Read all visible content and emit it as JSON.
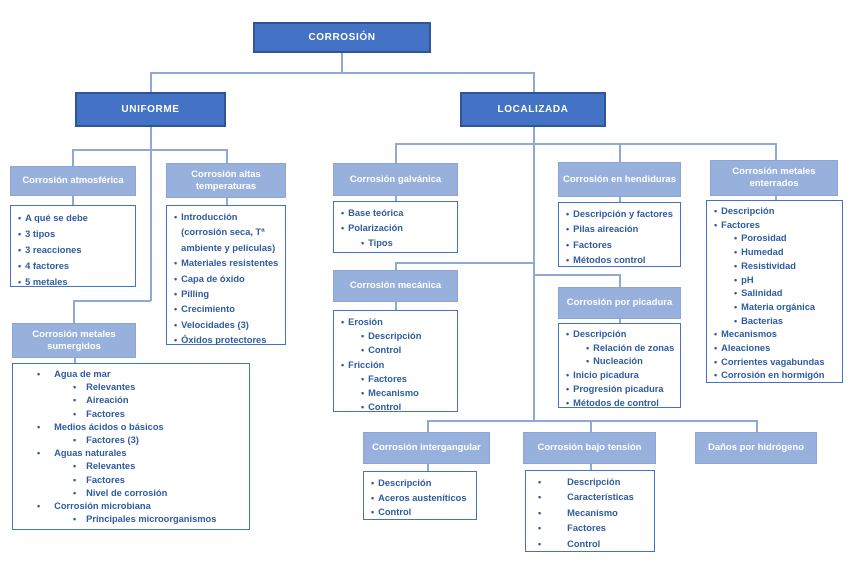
{
  "colors": {
    "root_fill": "#4472C4",
    "root_border": "#2F5597",
    "header_fill": "#97B1DC",
    "header_text": "#FFFFFF",
    "list_border": "#4472C4",
    "list_text": "#2E5B9F",
    "connector_line": "#8EA9D8"
  },
  "root": {
    "label": "CORROSIÓN"
  },
  "branches": {
    "uniforme": {
      "label": "UNIFORME"
    },
    "localizada": {
      "label": "LOCALIZADA"
    }
  },
  "nodes": {
    "atmosferica": {
      "title": "Corrosión atmosférica",
      "items": [
        {
          "text": "A qué se debe",
          "level": 1
        },
        {
          "text": "3 tipos",
          "level": 1
        },
        {
          "text": "3 reacciones",
          "level": 1
        },
        {
          "text": "4 factores",
          "level": 1
        },
        {
          "text": "5 metales",
          "level": 1
        }
      ]
    },
    "altastemp": {
      "title": "Corrosión altas temperaturas",
      "items": [
        {
          "text": "Introducción (corrosión seca, Tª ambiente y películas)",
          "level": 1
        },
        {
          "text": "Materiales resistentes",
          "level": 1
        },
        {
          "text": "Capa de óxido",
          "level": 1
        },
        {
          "text": "Pilling",
          "level": 1
        },
        {
          "text": "Crecimiento",
          "level": 1
        },
        {
          "text": "Velocidades (3)",
          "level": 1
        },
        {
          "text": "Óxidos protectores",
          "level": 1
        }
      ]
    },
    "sumergidos": {
      "title": "Corrosión metales sumergidos",
      "items": [
        {
          "text": "Agua de mar",
          "level": 1
        },
        {
          "text": "Relevantes",
          "level": 2
        },
        {
          "text": "Aireación",
          "level": 2
        },
        {
          "text": "Factores",
          "level": 2
        },
        {
          "text": "Medios ácidos o básicos",
          "level": 1
        },
        {
          "text": "Factores (3)",
          "level": 2
        },
        {
          "text": "Aguas naturales",
          "level": 1
        },
        {
          "text": "Relevantes",
          "level": 2
        },
        {
          "text": "Factores",
          "level": 2
        },
        {
          "text": "Nivel de corrosión",
          "level": 2
        },
        {
          "text": "Corrosión microbiana",
          "level": 1
        },
        {
          "text": "Principales microorganismos",
          "level": 2
        }
      ]
    },
    "galvanica": {
      "title": "Corrosión galvánica",
      "items": [
        {
          "text": "Base teórica",
          "level": 1
        },
        {
          "text": "Polarización",
          "level": 1
        },
        {
          "text": "Tipos",
          "level": 2
        }
      ]
    },
    "mecanica": {
      "title": "Corrosión mecánica",
      "items": [
        {
          "text": "Erosión",
          "level": 1
        },
        {
          "text": "Descripción",
          "level": 2
        },
        {
          "text": "Control",
          "level": 2
        },
        {
          "text": "Fricción",
          "level": 1
        },
        {
          "text": "Factores",
          "level": 2
        },
        {
          "text": "Mecanismo",
          "level": 2
        },
        {
          "text": "Control",
          "level": 2
        }
      ]
    },
    "hendiduras": {
      "title": "Corrosión en hendiduras",
      "items": [
        {
          "text": "Descripción y factores",
          "level": 1
        },
        {
          "text": "Pilas aireación",
          "level": 1
        },
        {
          "text": "Factores",
          "level": 1
        },
        {
          "text": "Métodos control",
          "level": 1
        }
      ]
    },
    "picadura": {
      "title": "Corrosión por picadura",
      "items": [
        {
          "text": "Descripción",
          "level": 1
        },
        {
          "text": "Relación de zonas",
          "level": 2
        },
        {
          "text": "Nucleación",
          "level": 2
        },
        {
          "text": "Inicio picadura",
          "level": 1
        },
        {
          "text": "Progresión picadura",
          "level": 1
        },
        {
          "text": "Métodos de control",
          "level": 1
        }
      ]
    },
    "enterrados": {
      "title": "Corrosión metales enterrados",
      "items": [
        {
          "text": "Descripción",
          "level": 1
        },
        {
          "text": "Factores",
          "level": 1
        },
        {
          "text": "Porosidad",
          "level": 2
        },
        {
          "text": "Humedad",
          "level": 2
        },
        {
          "text": "Resistividad",
          "level": 2
        },
        {
          "text": "pH",
          "level": 2
        },
        {
          "text": "Salinidad",
          "level": 2
        },
        {
          "text": "Materia orgánica",
          "level": 2
        },
        {
          "text": "Bacterias",
          "level": 2
        },
        {
          "text": "Mecanismos",
          "level": 1
        },
        {
          "text": "Aleaciones",
          "level": 1
        },
        {
          "text": "Corrientes vagabundas",
          "level": 1
        },
        {
          "text": "Corrosión en hormigón",
          "level": 1
        }
      ]
    },
    "intergranular": {
      "title": "Corrosión intergangular",
      "items": [
        {
          "text": "Descripción",
          "level": 1
        },
        {
          "text": "Aceros austeníticos",
          "level": 1
        },
        {
          "text": "Control",
          "level": 1
        }
      ]
    },
    "bajotension": {
      "title": "Corrosión bajo tensión",
      "items": [
        {
          "text": "Descripción",
          "level": 1
        },
        {
          "text": "Características",
          "level": 1
        },
        {
          "text": "Mecanismo",
          "level": 1
        },
        {
          "text": "Factores",
          "level": 1
        },
        {
          "text": "Control",
          "level": 1
        }
      ]
    },
    "hidrogeno": {
      "title": "Daños por hidrógeno",
      "items": []
    }
  }
}
